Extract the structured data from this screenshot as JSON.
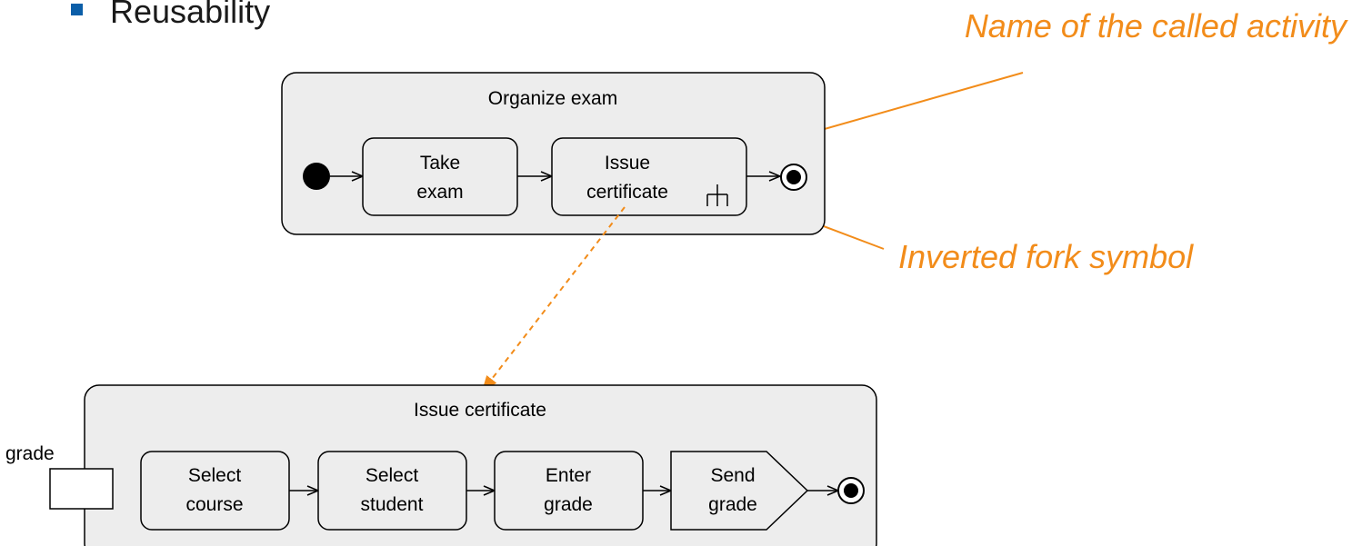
{
  "bullet": {
    "label": "Reusability",
    "bullet_color": "#0B5EA8"
  },
  "annotations": {
    "called_activity_name": "Name of the called activity",
    "inverted_fork": "Inverted fork symbol",
    "color": "#F28C1A"
  },
  "top_activity": {
    "title": "Organize exam",
    "actions": [
      {
        "line1": "Take",
        "line2": "exam"
      },
      {
        "line1": "Issue",
        "line2": "certificate",
        "call_behavior_icon": "inverted-fork-icon"
      }
    ]
  },
  "bottom_activity": {
    "title": "Issue certificate",
    "parameter": "grade",
    "actions": [
      {
        "line1": "Select",
        "line2": "course"
      },
      {
        "line1": "Select",
        "line2": "student"
      },
      {
        "line1": "Enter",
        "line2": "grade"
      },
      {
        "line1": "Send",
        "line2": "grade",
        "shape": "send-signal"
      }
    ]
  },
  "colors": {
    "activity_fill": "#EDEDED",
    "action_fill": "#EDEDED",
    "stroke": "#000000"
  }
}
